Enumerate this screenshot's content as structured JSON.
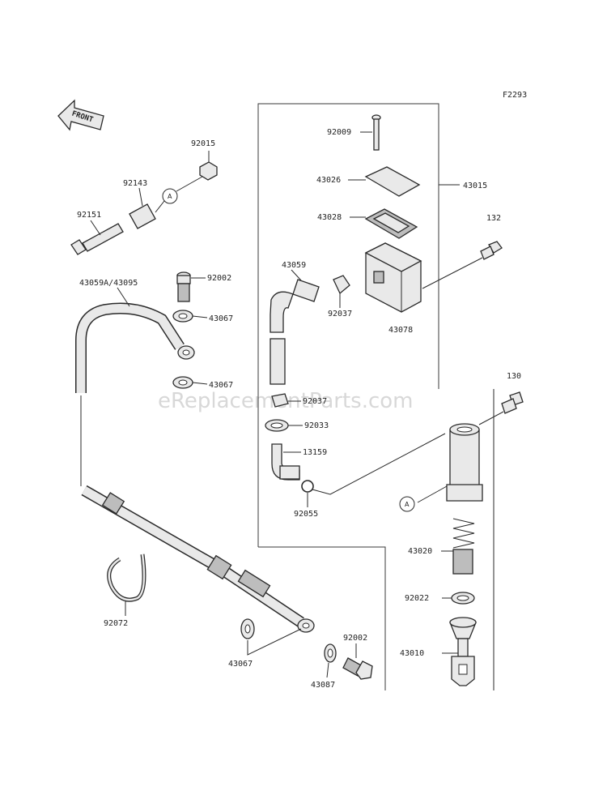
{
  "figure_code": "F2293",
  "front_label": "FRONT",
  "watermark": "eReplacementParts.com",
  "callout_marker": "A",
  "parts": {
    "p92009": "92009",
    "p43026": "43026",
    "p43028": "43028",
    "p43015": "43015",
    "p132": "132",
    "p43059": "43059",
    "p92037a": "92037",
    "p43078": "43078",
    "p92015": "92015",
    "p92143": "92143",
    "p92151": "92151",
    "p92002a": "92002",
    "p43059A": "43059A/43095",
    "p43067a": "43067",
    "p43067b": "43067",
    "p92037b": "92037",
    "p92033": "92033",
    "p13159": "13159",
    "p92055": "92055",
    "p130": "130",
    "p43020": "43020",
    "p92022": "92022",
    "p43010": "43010",
    "p92072": "92072",
    "p43067c": "43067",
    "p92002b": "92002",
    "p43087": "43087"
  }
}
